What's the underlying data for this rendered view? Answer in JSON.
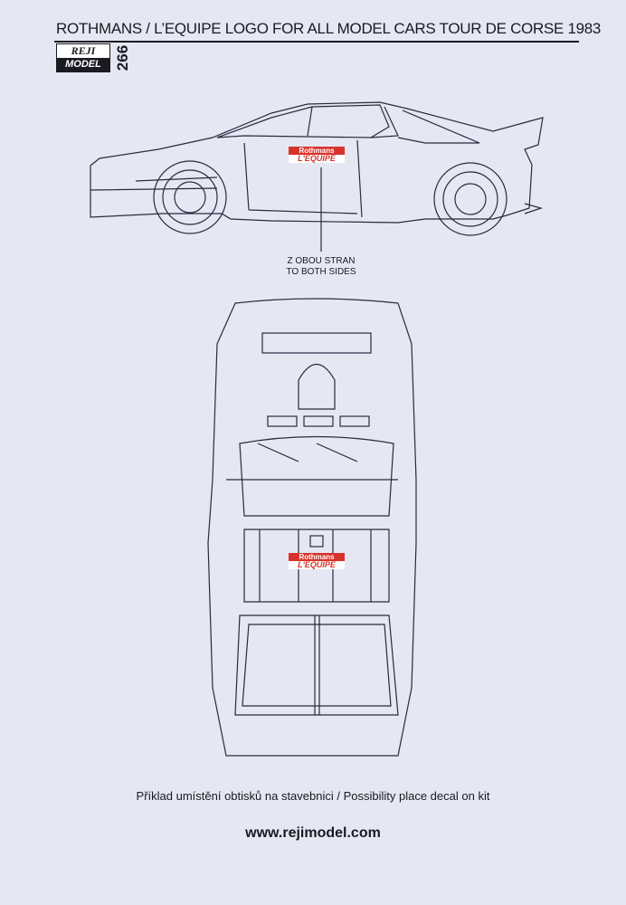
{
  "header": {
    "title": "ROTHMANS / L’EQUIPE LOGO FOR ALL MODEL CARS TOUR DE CORSE 1983",
    "logo_top": "REJI",
    "logo_bottom": "MODEL",
    "sheet_number": "266"
  },
  "decal": {
    "line1": "Rothmans",
    "line2": "L'EQUIPE"
  },
  "side_note": {
    "line1": "Z OBOU STRAN",
    "line2": "TO BOTH SIDES"
  },
  "footer": {
    "caption": "Příklad umístění obtisků na stavebnici / Possibility place decal on kit",
    "url": "www.rejimodel.com"
  },
  "colors": {
    "background": "#e5e7f3",
    "decal_red": "#d8332b",
    "line": "#2a2a40"
  }
}
